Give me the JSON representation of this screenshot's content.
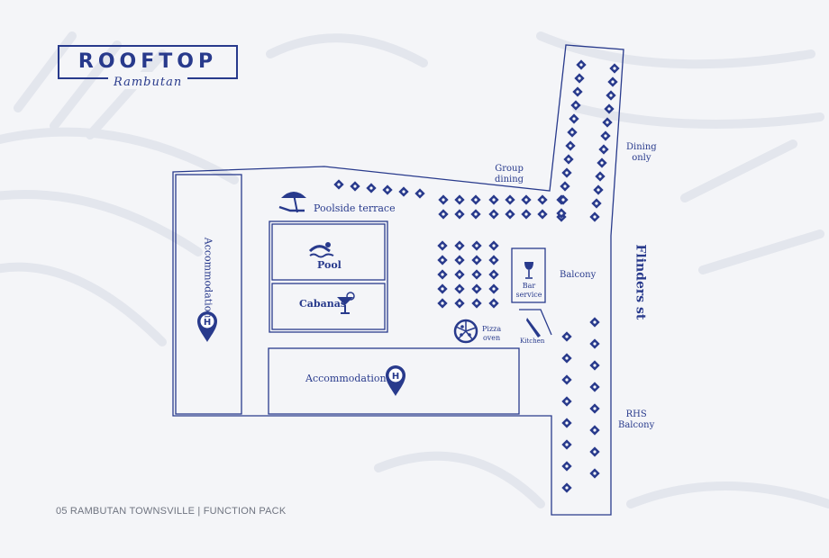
{
  "logo": {
    "title": "ROOFTOP",
    "subtitle": "Rambutan"
  },
  "labels": {
    "poolside_terrace": "Poolside terrace",
    "pool": "Pool",
    "cabanas": "Cabanas",
    "accommodation_left": "Accommodation",
    "accommodation_bottom": "Accommodation",
    "group_dining_1": "Group",
    "group_dining_2": "dining",
    "dining_only_1": "Dining",
    "dining_only_2": "only",
    "balcony": "Balcony",
    "bar_service_1": "Bar",
    "bar_service_2": "service",
    "pizza_oven_1": "Pizza",
    "pizza_oven_2": "oven",
    "kitchen": "Kitchen",
    "street": "Flinders st",
    "rhs_balcony_1": "RHS",
    "rhs_balcony_2": "Balcony"
  },
  "icons": {
    "hotel_marker_letter": "H",
    "accent": "#283a8c"
  },
  "footer": "05 RAMBUTAN TOWNSVILLE | FUNCTION PACK"
}
